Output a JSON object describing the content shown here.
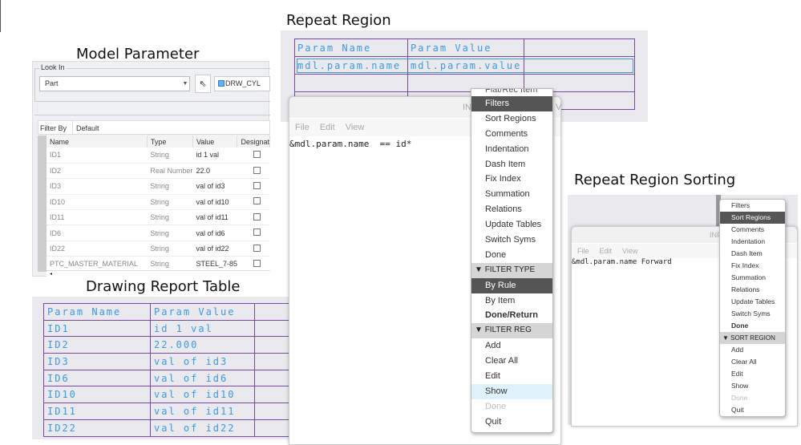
{
  "titles": {
    "model_parameter": "Model Parameter",
    "drawing_report_table": "Drawing Report Table",
    "repeat_region": "Repeat Region",
    "repeat_region_sorting": "Repeat Region Sorting"
  },
  "model_parameter": {
    "look_in_label": "Look In",
    "look_in_value": "Part",
    "model": "DRW_CYL",
    "filter_by_label": "Filter By",
    "filter_by_value": "Default",
    "columns": [
      "Name",
      "Type",
      "Value",
      "Designat"
    ],
    "rows": [
      {
        "name": "ID1",
        "type": "String",
        "value": "id 1 val"
      },
      {
        "name": "ID2",
        "type": "Real Number",
        "value": "22.0"
      },
      {
        "name": "ID3",
        "type": "String",
        "value": "val of id3"
      },
      {
        "name": "ID10",
        "type": "String",
        "value": "val of id10"
      },
      {
        "name": "ID11",
        "type": "String",
        "value": "val of id11"
      },
      {
        "name": "ID6",
        "type": "String",
        "value": "val of id6"
      },
      {
        "name": "ID22",
        "type": "String",
        "value": "val of id22"
      },
      {
        "name": "PTC_MASTER_MATERIAL",
        "type": "String",
        "value": "STEEL_7-85"
      }
    ]
  },
  "drawing_table": {
    "header": [
      "Param Name",
      "Param Value"
    ],
    "rows": [
      [
        "ID1",
        "id 1 val"
      ],
      [
        "ID2",
        "22.000"
      ],
      [
        "ID3",
        "val of id3"
      ],
      [
        "ID6",
        "val of id6"
      ],
      [
        "ID10",
        "val of id10"
      ],
      [
        "ID11",
        "val of id11"
      ],
      [
        "ID22",
        "val of id22"
      ]
    ]
  },
  "repeat_region": {
    "header": [
      "Param Name",
      "Param Value"
    ],
    "row": [
      "mdl.param.name",
      "mdl.param.value"
    ],
    "editor": {
      "title_fragment": "IN",
      "title_fragment2": "V",
      "menu": [
        "File",
        "Edit",
        "View"
      ],
      "code": "&mdl.param.name  == id*"
    },
    "menu": {
      "cut_item": "Flat/Rec Item",
      "items": [
        "Filters",
        "Sort Regions",
        "Comments",
        "Indentation",
        "Dash Item",
        "Fix Index",
        "Summation",
        "Relations",
        "Update Tables",
        "Switch Syms",
        "Done"
      ],
      "selected": "Filters",
      "filter_type_header": "FILTER TYPE",
      "filter_type_items": [
        "By Rule",
        "By Item",
        "Done/Return"
      ],
      "filter_reg_header": "FILTER REG",
      "filter_reg_items": [
        "Add",
        "Clear All",
        "Edit",
        "Show",
        "Done",
        "Quit"
      ]
    }
  },
  "sorting": {
    "editor": {
      "title_fragment": "INF",
      "menu": [
        "File",
        "Edit",
        "View"
      ],
      "code": "&mdl.param.name Forward"
    },
    "menu": {
      "items": [
        "Filters",
        "Sort Regions",
        "Comments",
        "Indentation",
        "Dash Item",
        "Fix Index",
        "Summation",
        "Relations",
        "Update Tables",
        "Switch Syms",
        "Done"
      ],
      "selected": "Sort Regions",
      "sort_region_header": "SORT REGION",
      "sort_region_items": [
        "Add",
        "Clear All",
        "Edit",
        "Show",
        "Done",
        "Quit"
      ]
    }
  },
  "colors": {
    "cad_text": "#3a9be0",
    "cad_lines": "#7a4aa0",
    "menu_selected": "#555555",
    "menu_hover": "#dff1fb"
  }
}
